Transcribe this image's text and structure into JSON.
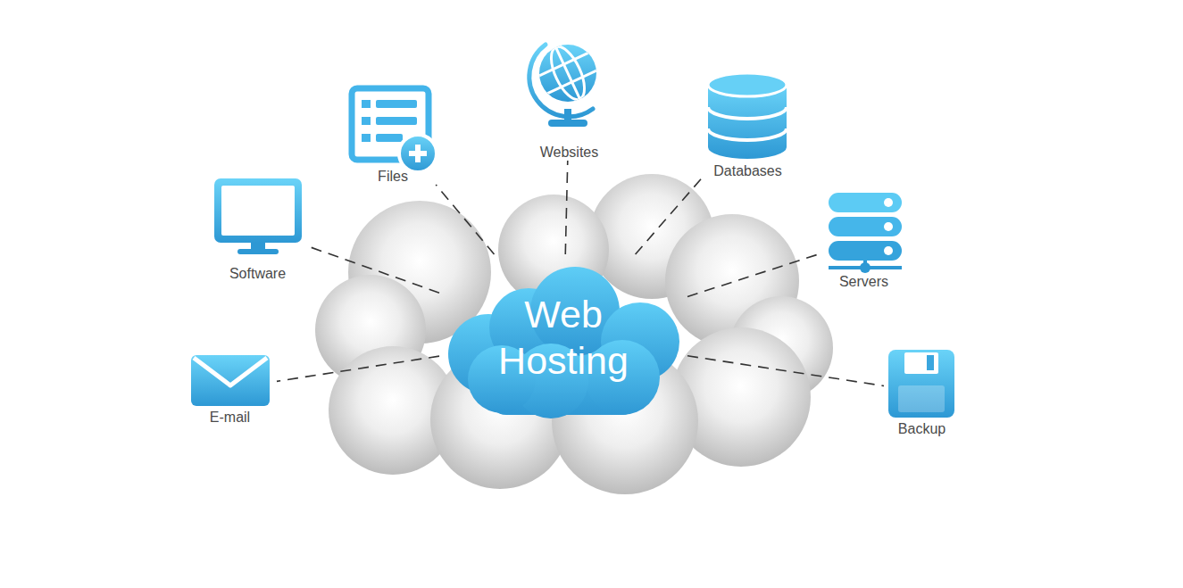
{
  "diagram": {
    "nodes": [
      {
        "text": [
          "Websites"
        ]
      },
      {
        "text": [
          "Files"
        ]
      },
      {
        "text": [
          "Databases"
        ]
      },
      {
        "text": [
          "Software"
        ]
      },
      {
        "text": [
          "Servers"
        ]
      },
      {
        "text": [
          "Web Hosting"
        ]
      },
      {
        "text": [
          "E-mail"
        ]
      },
      {
        "text": [
          "Backup"
        ]
      }
    ],
    "edges": [
      {
        "from": 5,
        "to": 0,
        "arrow": "none"
      },
      {
        "from": 5,
        "to": 1,
        "arrow": "none"
      },
      {
        "from": 5,
        "to": 2,
        "arrow": "none"
      },
      {
        "from": 5,
        "to": 3,
        "arrow": "none"
      },
      {
        "from": 5,
        "to": 4,
        "arrow": "none"
      },
      {
        "from": 5,
        "to": 6,
        "arrow": "none"
      },
      {
        "from": 5,
        "to": 7,
        "arrow": "none"
      }
    ]
  }
}
